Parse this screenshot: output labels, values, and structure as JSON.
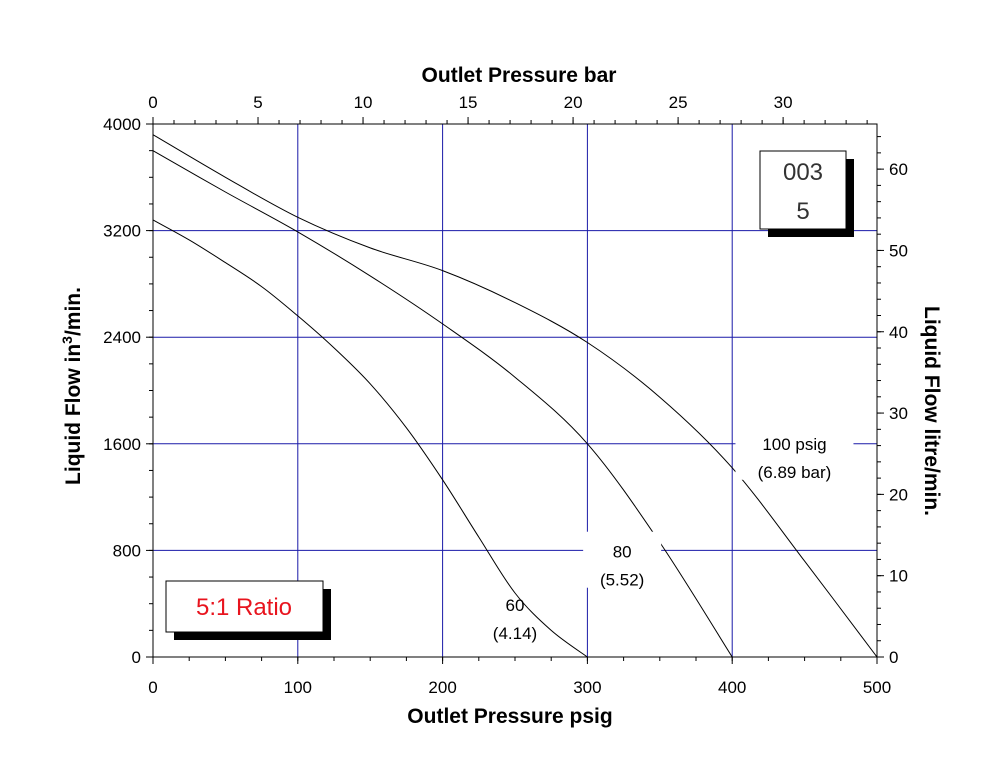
{
  "chart_data": {
    "type": "line",
    "x_axis_bottom": {
      "label": "Outlet Pressure psig",
      "range": [
        0,
        500
      ],
      "ticks": [
        0,
        100,
        200,
        300,
        400,
        500
      ]
    },
    "x_axis_top": {
      "label": "Outlet Pressure bar",
      "range": [
        0,
        34.47
      ],
      "ticks": [
        0,
        5,
        10,
        15,
        20,
        25,
        30
      ]
    },
    "y_axis_left": {
      "label_prefix": "Liquid Flow in",
      "label_sup": "3",
      "label_suffix": "/min.",
      "range": [
        0,
        4000
      ],
      "ticks": [
        0,
        800,
        1600,
        2400,
        3200,
        4000
      ]
    },
    "y_axis_right": {
      "label": "Liquid Flow litre/min.",
      "range": [
        0,
        65.55
      ],
      "ticks": [
        0,
        10,
        20,
        30,
        40,
        50,
        60
      ]
    },
    "grid": {
      "x": [
        100,
        200,
        300,
        400
      ],
      "y": [
        800,
        1600,
        2400,
        3200
      ],
      "color": "#1a1aa8"
    },
    "series": [
      {
        "x": [
          0,
          25,
          50,
          75,
          100,
          125,
          150,
          175,
          200,
          225,
          250,
          275,
          300
        ],
        "values": [
          3280,
          3130,
          2960,
          2780,
          2560,
          2320,
          2050,
          1720,
          1330,
          900,
          480,
          200,
          0
        ]
      },
      {
        "x": [
          0,
          50,
          100,
          150,
          200,
          250,
          300,
          350,
          400
        ],
        "values": [
          3800,
          3490,
          3190,
          2860,
          2500,
          2100,
          1600,
          860,
          0
        ]
      },
      {
        "x": [
          0,
          50,
          100,
          150,
          200,
          250,
          300,
          350,
          400,
          450,
          500
        ],
        "values": [
          3920,
          3600,
          3300,
          3070,
          2900,
          2660,
          2360,
          1950,
          1420,
          720,
          0
        ]
      }
    ],
    "annotations": [
      {
        "line1": "60",
        "line2": "(4.14)",
        "x": 250,
        "y1": 390,
        "y2": 180,
        "boxed": false
      },
      {
        "line1": "80",
        "line2": "(5.52)",
        "x": 324,
        "y1": 790,
        "y2": 580,
        "boxed": true
      },
      {
        "line1": "100 psig",
        "line2": "(6.89 bar)",
        "x": 443,
        "y1": 1600,
        "y2": 1390,
        "boxed": true
      }
    ],
    "boxes": [
      {
        "lines": [
          "003",
          "5"
        ],
        "color": "#333333"
      },
      {
        "lines": [
          "5:1 Ratio"
        ],
        "color": "#e8141e"
      }
    ],
    "colors": {
      "curve": "#000000",
      "grid": "#1a1aa8",
      "ratio_text": "#e8141e"
    }
  }
}
